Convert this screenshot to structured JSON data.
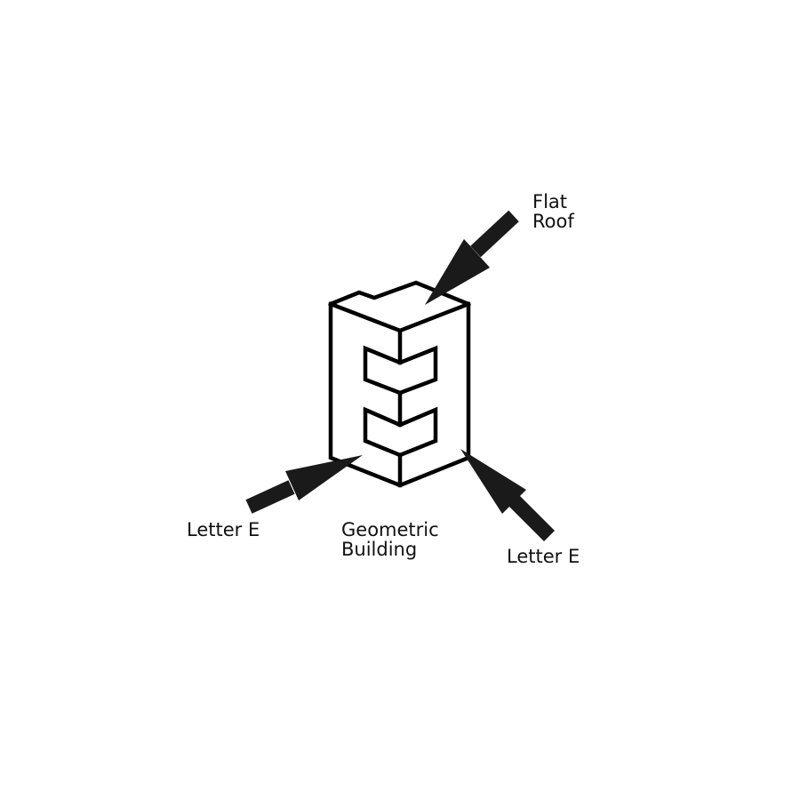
{
  "labels": {
    "flat_roof": [
      "Flat",
      "Roof"
    ],
    "letter_e_left": "Letter E",
    "geometric_building": [
      "Geometric",
      "Building"
    ],
    "letter_e_right": "Letter E"
  },
  "colors": {
    "stroke": "#000000",
    "arrow": "#1a1a1a",
    "background": "#ffffff",
    "text": "#111111"
  }
}
